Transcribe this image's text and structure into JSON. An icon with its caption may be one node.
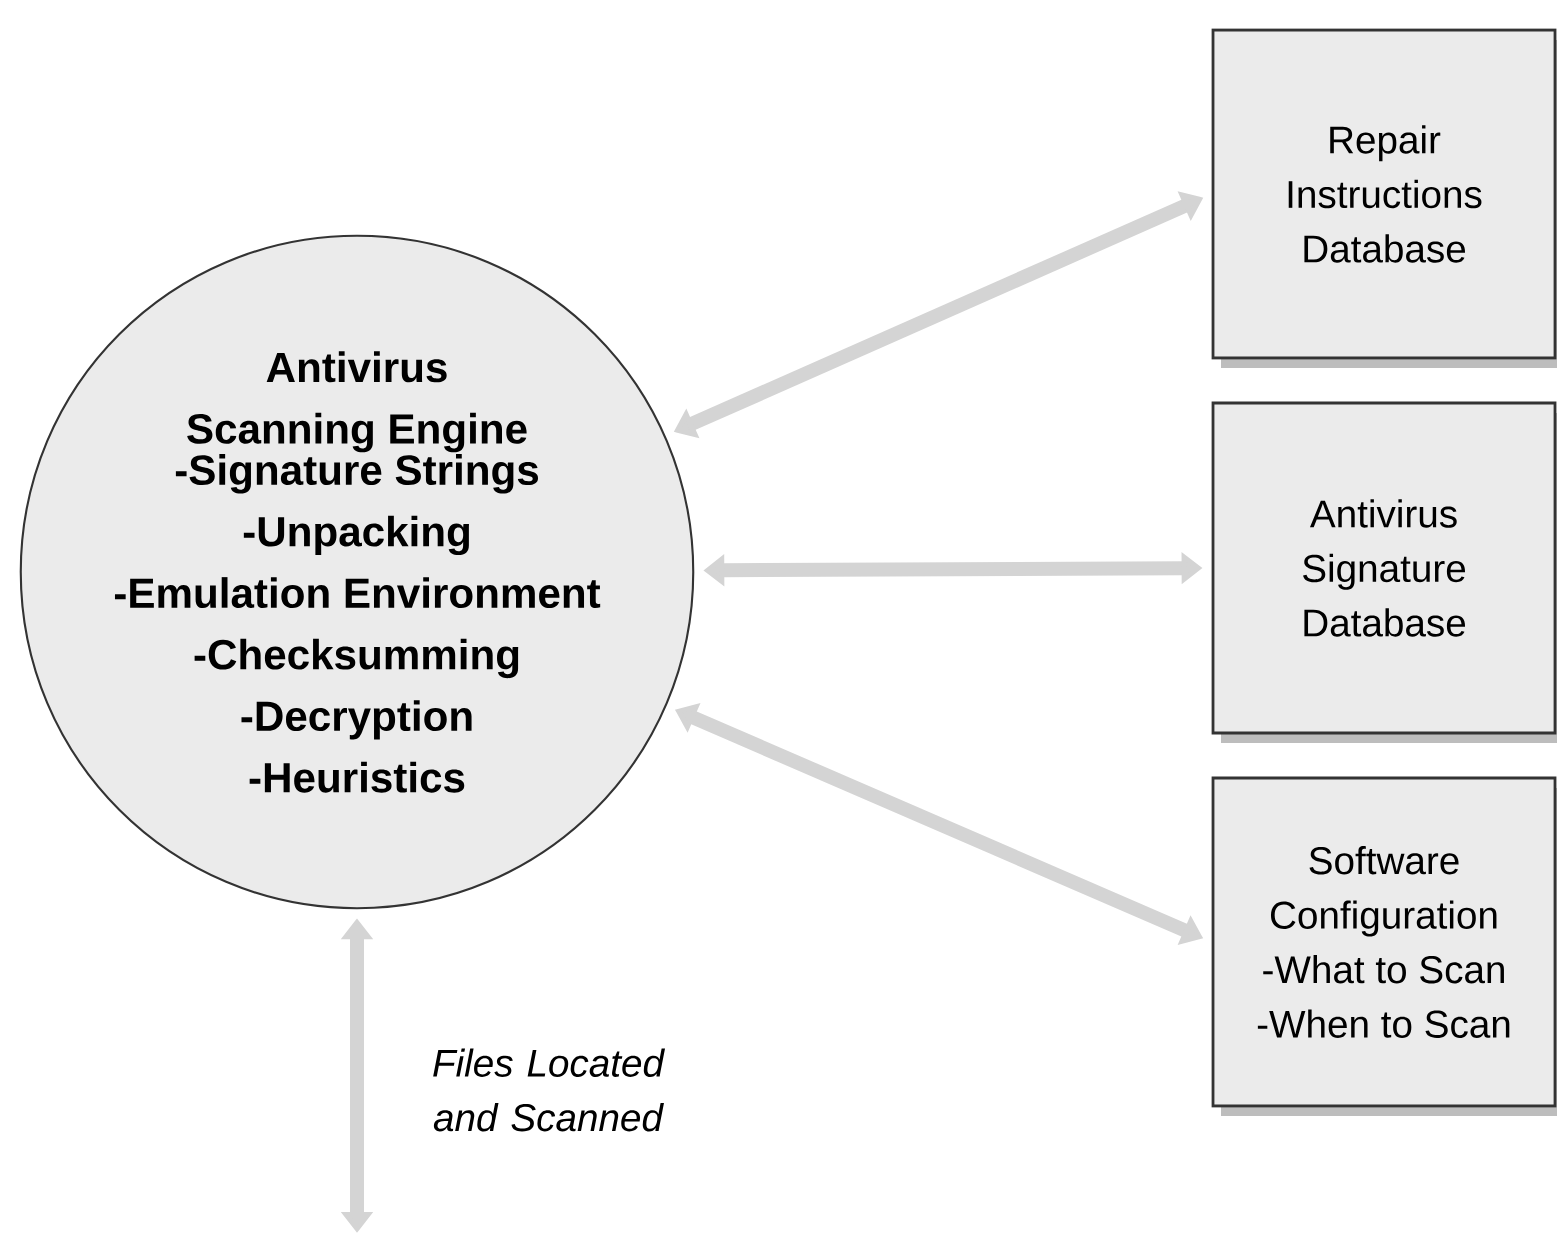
{
  "diagram": {
    "nodes": [
      {
        "text": [
          "Antivirus Scanning Engine",
          "-Signature Strings",
          "-Unpacking",
          "-Emulation Environment",
          "-Checksumming",
          "-Decryption",
          "-Heuristics"
        ]
      },
      {
        "text": [
          "Repair Instructions Database"
        ]
      },
      {
        "text": [
          "Antivirus Signature Database"
        ]
      },
      {
        "text": [
          "Software Configuration",
          "-What to Scan",
          "-When to Scan"
        ]
      }
    ],
    "edges": [
      {
        "from": 0,
        "to": 1,
        "arrow": "both"
      },
      {
        "from": 0,
        "to": 2,
        "arrow": "both"
      },
      {
        "from": 0,
        "to": 3,
        "arrow": "both"
      },
      {
        "from": null,
        "to": 0,
        "arrow": "both",
        "label": "Files Located and Scanned"
      }
    ]
  }
}
